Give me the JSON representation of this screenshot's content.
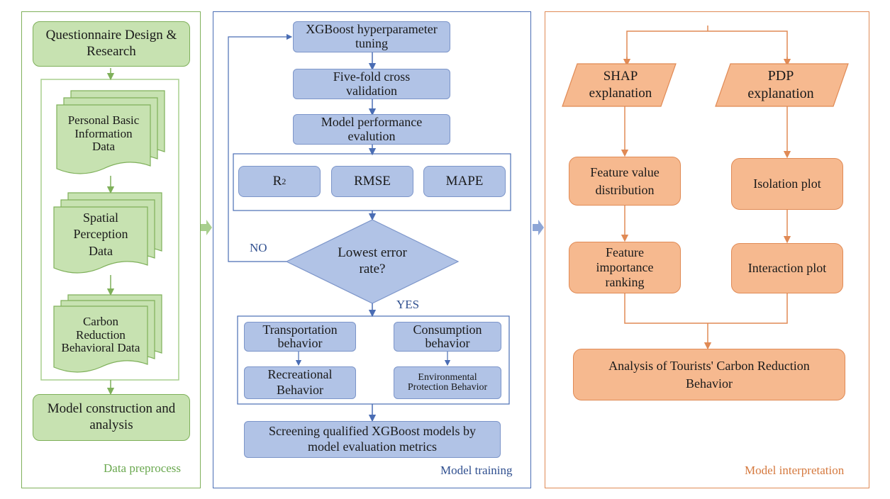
{
  "colors": {
    "green_border": "#7fb05a",
    "green_fill": "#c7e2b1",
    "blue_border": "#4a6db4",
    "blue_fill": "#b1c3e6",
    "orange_border": "#e08a55",
    "orange_fill": "#f6b98f"
  },
  "preprocess": {
    "title": "Data preprocess",
    "questionnaire": "Questionnaire Design & Research",
    "doc1": "Personal Basic Information Data",
    "doc2": "Spatial Perception Data",
    "doc3": "Carbon Reduction Behavioral Data",
    "model_construction": "Model construction and analysis"
  },
  "training": {
    "title": "Model training",
    "tuning": "XGBoost hyperparameter tuning",
    "cv": "Five-fold cross validation",
    "evaluation": "Model performance evalution",
    "metric_r2": "R",
    "metric_r2_sup": "2",
    "metric_rmse": "RMSE",
    "metric_mape": "MAPE",
    "decision": "Lowest error rate?",
    "no_label": "NO",
    "yes_label": "YES",
    "transport": "Transportation behavior",
    "consumption": "Consumption behavior",
    "recreational": "Recreational Behavior",
    "environmental": "Environmental Protection Behavior",
    "screening": "Screening qualified XGBoost models by model evaluation metrics"
  },
  "interpretation": {
    "title": "Model interpretation",
    "shap": "SHAP explanation",
    "pdp": "PDP explanation",
    "feature_value": "Feature value distribution",
    "isolation": "Isolation plot",
    "feature_importance": "Feature importance ranking",
    "interaction": "Interaction plot",
    "analysis": "Analysis of Tourists' Carbon Reduction Behavior"
  }
}
